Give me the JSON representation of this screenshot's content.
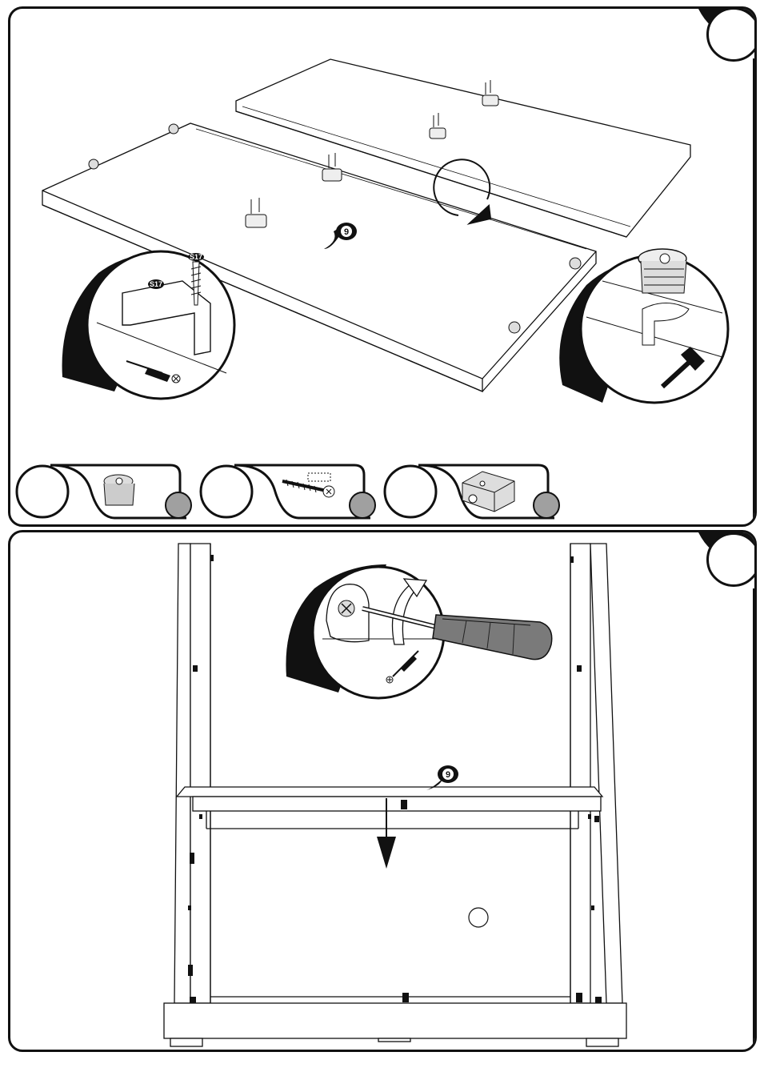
{
  "steps": [
    {
      "panel": "top",
      "step_number": "",
      "callout_left": {
        "part_code": "S17",
        "tool": "phillips-screwdriver"
      },
      "callout_right": {
        "tool": "hammer"
      },
      "panel_reference": "9",
      "parts_legend": [
        {
          "quantity": "",
          "part": "cam-lock-housing"
        },
        {
          "quantity": "",
          "part": "screw"
        },
        {
          "quantity": "",
          "part": "shelf-bracket"
        }
      ]
    },
    {
      "panel": "bottom",
      "step_number": "",
      "callout": {
        "tool": "phillips-screwdriver"
      },
      "panel_reference": "9"
    }
  ],
  "colors": {
    "ink": "#111111",
    "paper": "#ffffff",
    "grey": "#a0a0a0"
  }
}
